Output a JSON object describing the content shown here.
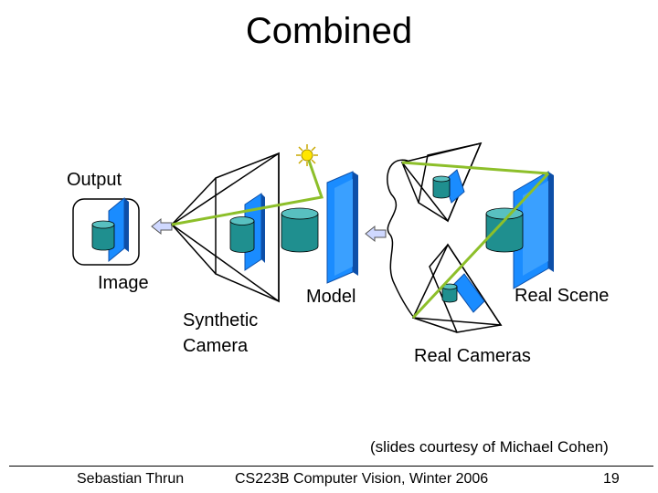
{
  "slide": {
    "title": "Combined",
    "labels": {
      "output": "Output",
      "image": "Image",
      "synthetic_camera": [
        "Synthetic",
        "Camera"
      ],
      "model": "Model",
      "real_scene": "Real Scene",
      "real_cameras": "Real Cameras"
    },
    "credit": "(slides courtesy of Michael Cohen)",
    "footer": {
      "author": "Sebastian Thrun",
      "course": "CS223B Computer Vision, Winter 2006",
      "page": "19"
    }
  },
  "colors": {
    "panel_blue": "#1a8cff",
    "panel_dark": "#0d4fa8",
    "cylinder_teal": "#1f8f8f",
    "cylinder_top": "#58c0c0",
    "ray_green": "#8dbf2a",
    "light_yellow": "#ffe600",
    "arrow_fill": "#cfd8ff"
  }
}
